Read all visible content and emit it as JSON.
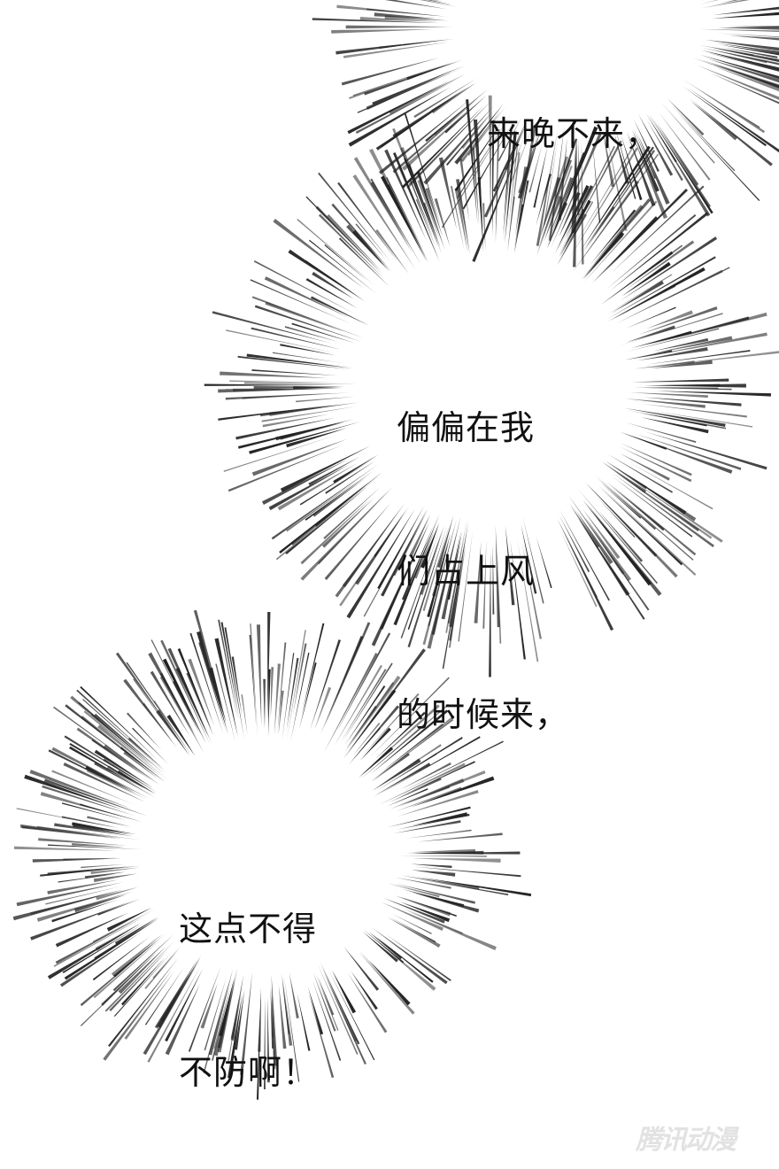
{
  "panels": [
    {
      "lines": [
        "来晚不来，"
      ]
    },
    {
      "lines": [
        "偏偏在我",
        "们占上风",
        "的时候来，"
      ]
    },
    {
      "lines": [
        "这点不得",
        "不防啊！"
      ]
    }
  ],
  "watermark": "腾讯动漫",
  "colors": {
    "background": "#ffffff",
    "ink": "#111111",
    "watermark": "#e2e2e2"
  }
}
